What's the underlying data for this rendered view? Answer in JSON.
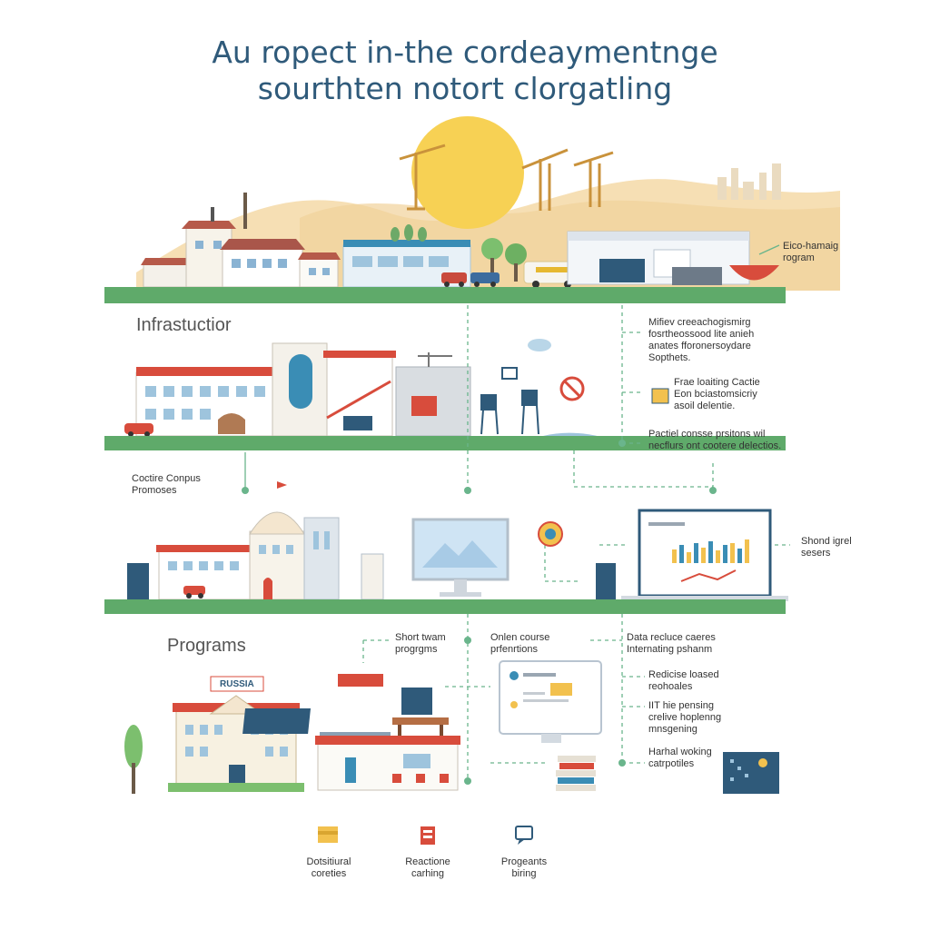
{
  "title": {
    "line1": "Au ropect in-the cordeaymentnge",
    "line2": "sourthten notort clorgatling"
  },
  "sections": {
    "infrastructure": "Infrastuctior",
    "programs": "Programs"
  },
  "labels": {
    "top_right": "Eico-hamaig\nrogram",
    "info_1": "Mifiev creeachogismirg\nfosrtheossood lite anieh\nanates fforonersoydare\nSopthets.",
    "info_2": "Frae loaiting Cactie\nEon bciastomsicriy\nasoil delentie.",
    "info_3": "Pactiel consse prsitons wil\nnecflurs ont cootere delectios.",
    "campus": "Coctire Conpus\nPromoses",
    "shared": "Shond igrel\nsesers",
    "short_term": "Short twam\nprogrgms",
    "online_course": "Onlen course\nprfenrtions",
    "data_reduce": "Data recluce caeres\nInternating pshanm",
    "reduce_based": "Redicise loased\nreohoales",
    "it_sensing": "IIT hie pensing\ncrelive hoplenng\nmnsgening",
    "hand_working": "Harhal woking\ncatrpotiles",
    "russia_sign": "RUSSIA",
    "legend_1": "Dotsitiural\ncoreties",
    "legend_2": "Reactione\ncarhing",
    "legend_3": "Progeants\nbiring"
  },
  "colors": {
    "ground": "#5faa6a",
    "roof_red": "#d84c3c",
    "blue": "#2f5a7a",
    "sun": "#f7d154",
    "sand": "#f3d9a8",
    "connector": "#6ab58c"
  }
}
